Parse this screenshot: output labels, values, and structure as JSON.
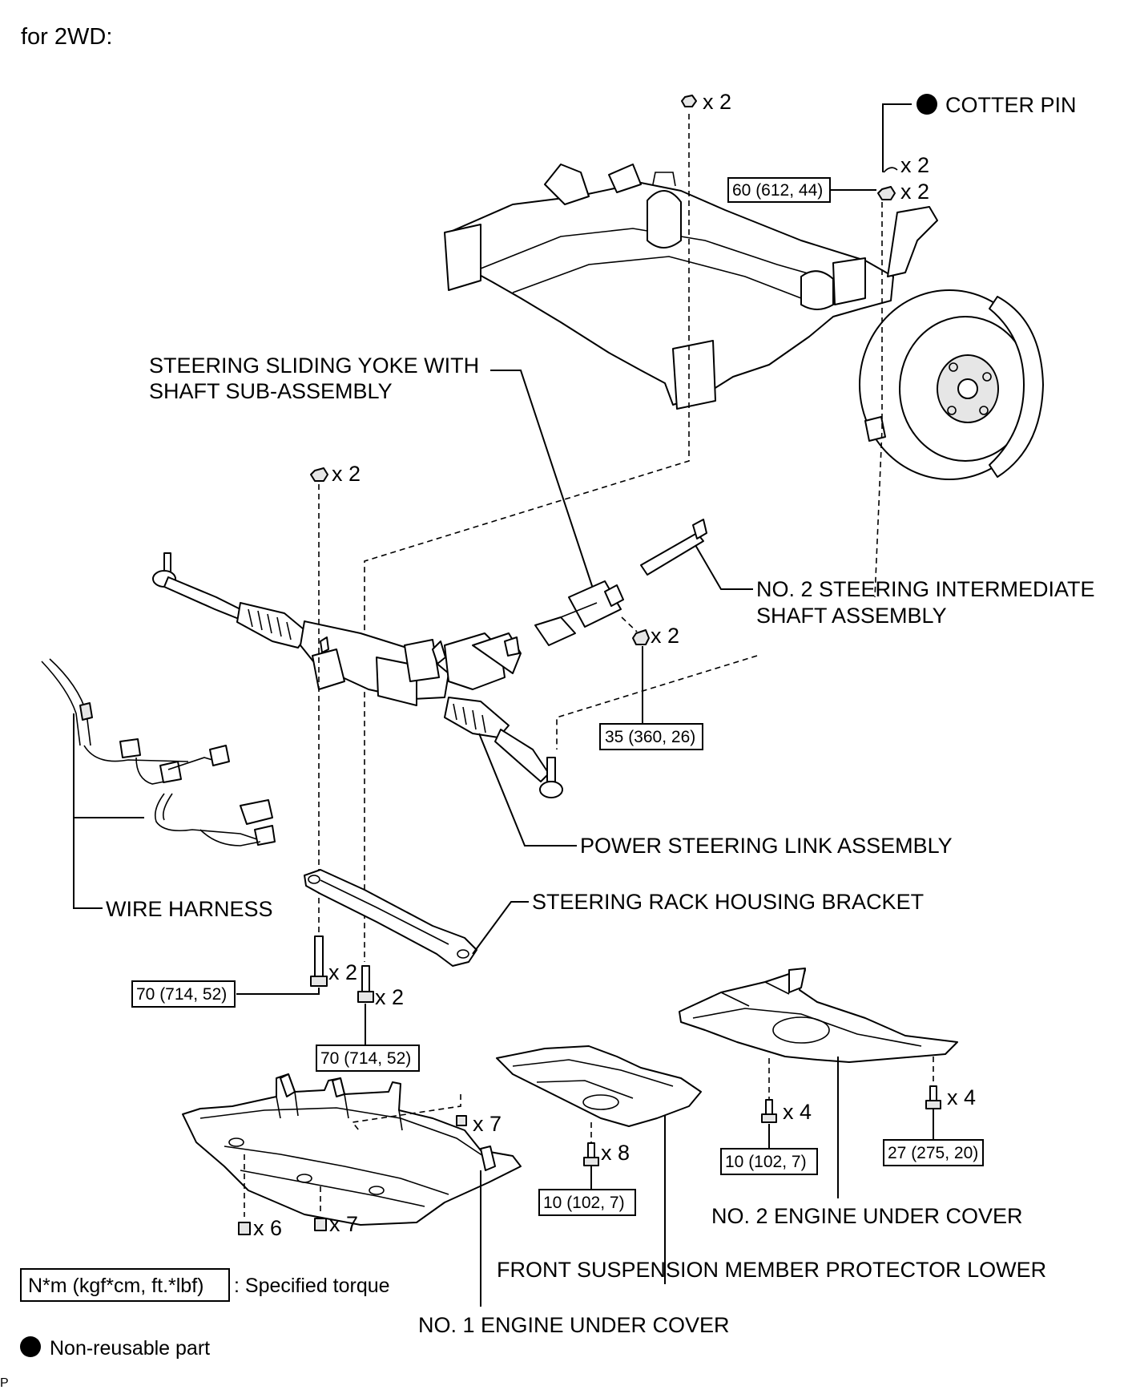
{
  "header": {
    "title": "for 2WD:"
  },
  "labels": {
    "cotter_pin": "COTTER PIN",
    "sliding_yoke_1": "STEERING SLIDING YOKE WITH",
    "sliding_yoke_2": "SHAFT SUB-ASSEMBLY",
    "intermediate_1": "NO. 2 STEERING INTERMEDIATE",
    "intermediate_2": "SHAFT ASSEMBLY",
    "power_steering_link": "POWER STEERING LINK ASSEMBLY",
    "wire_harness": "WIRE HARNESS",
    "rack_housing_bracket": "STEERING RACK HOUSING BRACKET",
    "no2_engine_under_cover": "NO. 2 ENGINE UNDER COVER",
    "front_susp_protector": "FRONT SUSPENSION MEMBER PROTECTOR LOWER",
    "no1_engine_under_cover": "NO. 1 ENGINE UNDER COVER"
  },
  "quantities": {
    "top_nut": "x 2",
    "cotter_pin": "x 2",
    "knuckle_nut": "x 2",
    "rack_upper_nut": "x 2",
    "yoke_bolt": "x 2",
    "bracket_bolt_left": "x 2",
    "bracket_bolt_right": "x 2",
    "no1_cover_bolt_a": "x 7",
    "no1_cover_bolt_b": "x 6",
    "no1_cover_bolt_c": "x 7",
    "protector_bolt": "x 8",
    "no2_cover_bolt_a": "x 4",
    "no2_cover_bolt_b": "x 4"
  },
  "torques": {
    "knuckle_nut": "60 (612, 44)",
    "yoke_bolt": "35 (360, 26)",
    "bracket_bolt_left": "70 (714, 52)",
    "bracket_bolt_right": "70 (714, 52)",
    "protector_bolt": "10 (102, 7)",
    "no2_cover_bolt_a": "10 (102, 7)",
    "no2_cover_bolt_b": "27 (275, 20)"
  },
  "legend": {
    "torque_box": "N*m (kgf*cm, ft.*lbf)",
    "torque_desc": ": Specified torque",
    "nonreusable": "Non-reusable part"
  },
  "footer": {
    "mark": "P"
  }
}
